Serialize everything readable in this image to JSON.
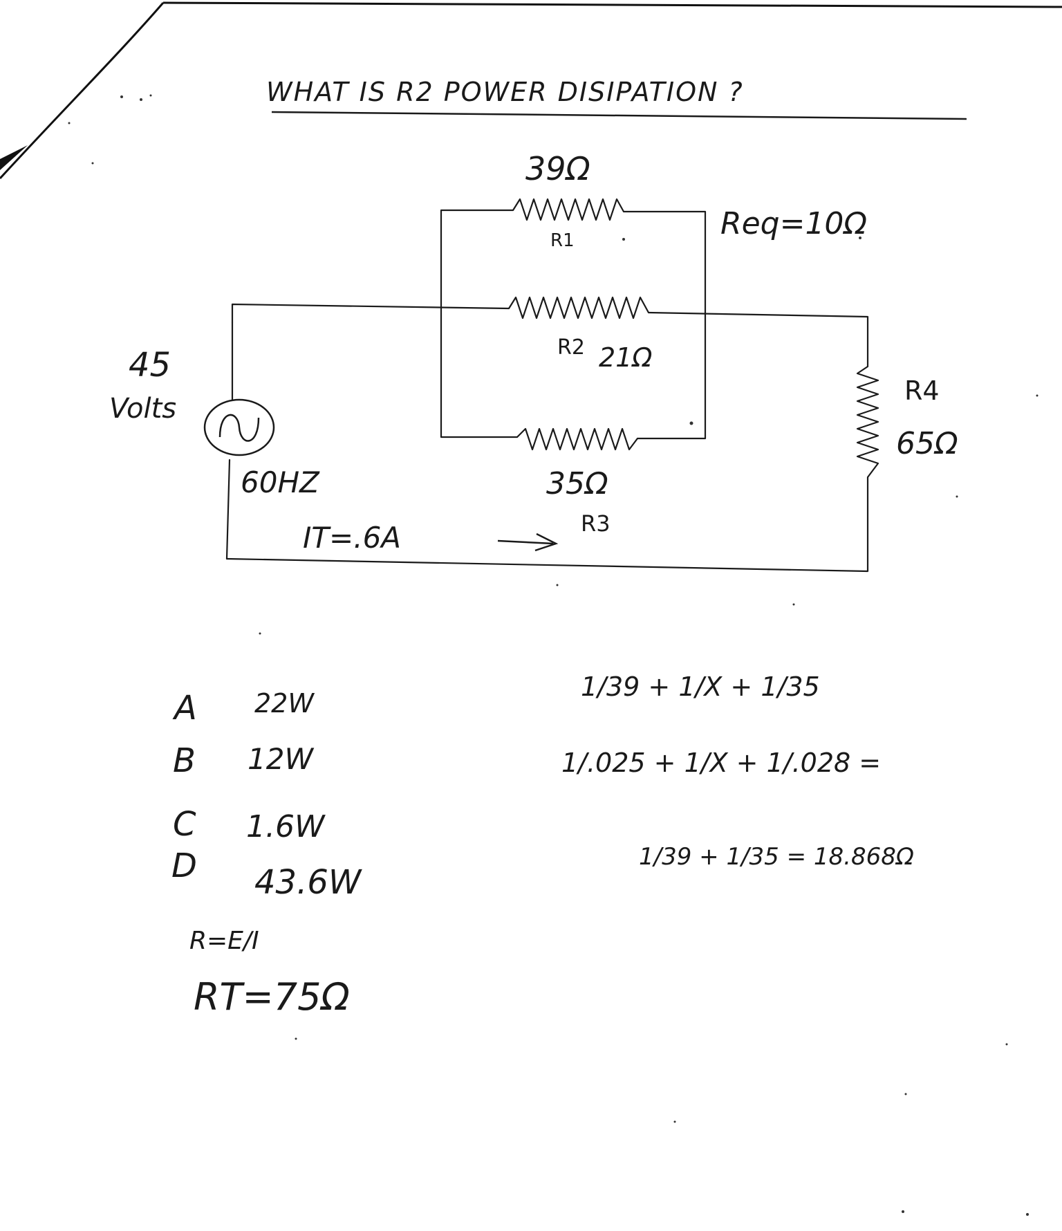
{
  "question": "WHAT IS R2 POWER DISIPATION ?",
  "circuit": {
    "source": {
      "voltage_value": "45",
      "voltage_unit": "Volts",
      "frequency": "60HZ"
    },
    "total_current": "IT=.6A",
    "req": "Req=10Ω",
    "resistors": {
      "r1": {
        "name": "R1",
        "value": "39Ω"
      },
      "r2": {
        "name": "R2",
        "value": "21Ω"
      },
      "r3": {
        "name": "R3",
        "value": "35Ω"
      },
      "r4": {
        "name": "R4",
        "value": "65Ω"
      }
    }
  },
  "choices": [
    {
      "letter": "A",
      "value": "22W"
    },
    {
      "letter": "B",
      "value": "12W"
    },
    {
      "letter": "C",
      "value": "1.6W"
    },
    {
      "letter": "D",
      "value": "43.6W"
    }
  ],
  "work": {
    "ohms_law": "R=E/I",
    "rt": "RT=75Ω",
    "line1": "1/39 + 1/X + 1/35",
    "line2": "1/.025 + 1/X + 1/.028 =",
    "line3": "1/39 + 1/35 = 18.868Ω"
  }
}
